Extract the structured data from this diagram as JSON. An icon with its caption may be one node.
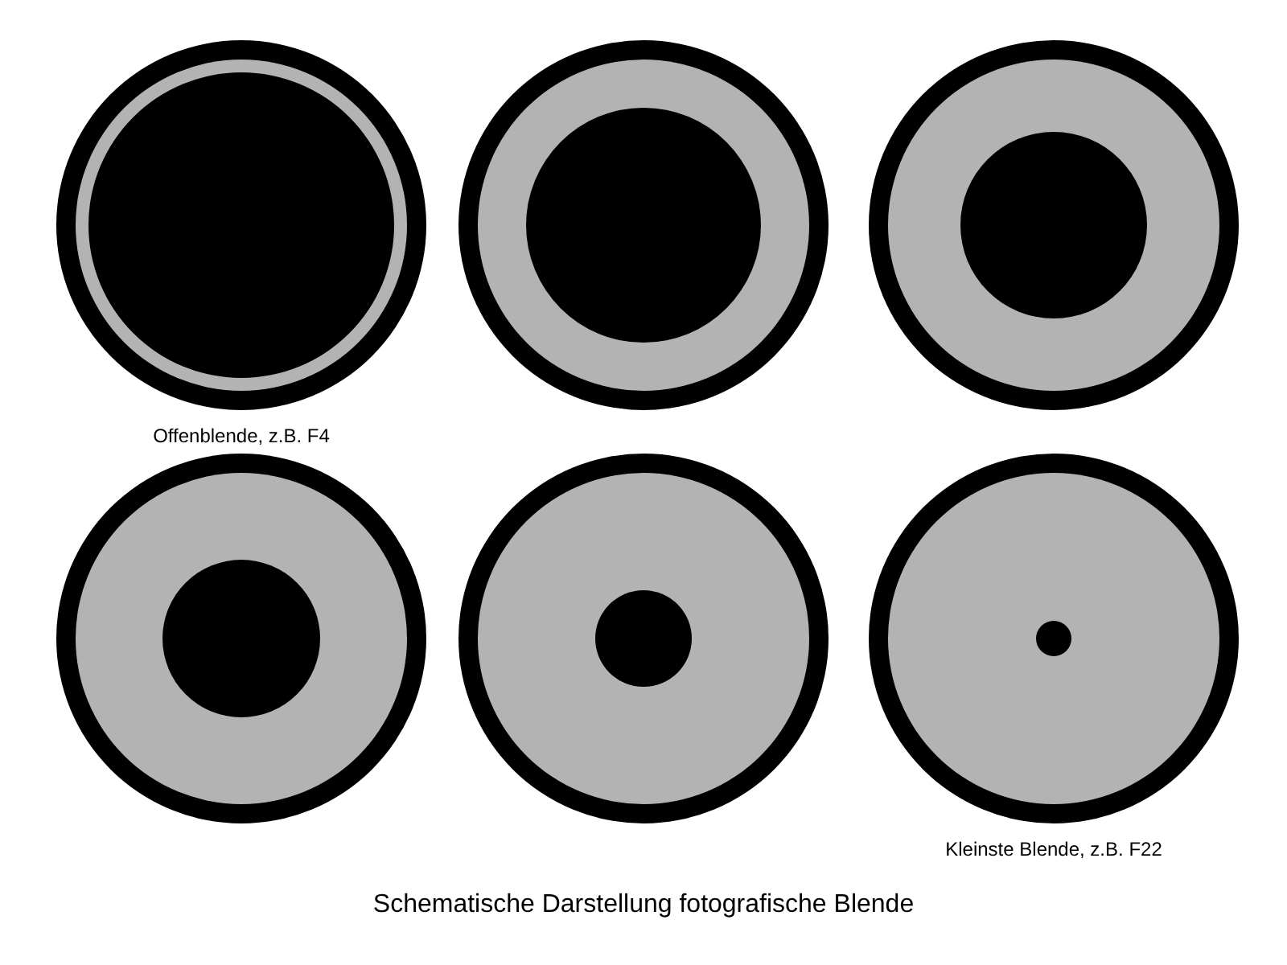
{
  "diagram": {
    "caption": "Schematische Darstellung fotografische Blende",
    "nodes": [
      {
        "text": [],
        "shape": "circle",
        "beside": [
          "Offenblende, z.B. F4"
        ]
      },
      {
        "text": [],
        "shape": "circle"
      },
      {
        "text": [],
        "shape": "circle"
      },
      {
        "text": [],
        "shape": "circle"
      },
      {
        "text": [],
        "shape": "circle"
      },
      {
        "text": [],
        "shape": "circle",
        "beside": [
          "Kleinste Blende, z.B. F22"
        ]
      }
    ],
    "edges": []
  }
}
